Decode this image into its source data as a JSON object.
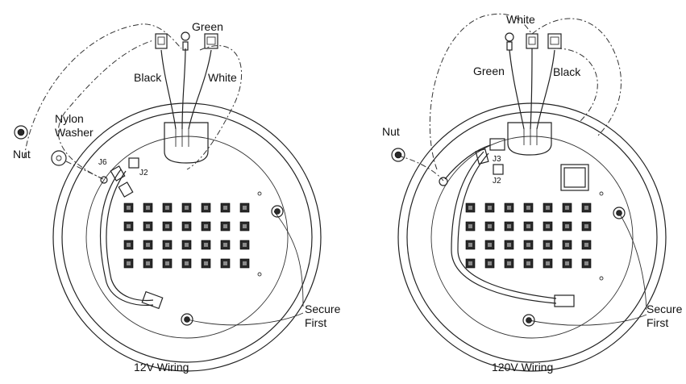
{
  "diagrams": {
    "left": {
      "caption": "12V Wiring",
      "labels": {
        "green": "Green",
        "black": "Black",
        "white": "White",
        "nut": "Nut",
        "nylon": "Nylon",
        "washer": "Washer",
        "j6": "J6",
        "j2": "J2",
        "secure": "Secure",
        "first": "First"
      }
    },
    "right": {
      "caption": "120V Wiring",
      "labels": {
        "white": "White",
        "green": "Green",
        "black": "Black",
        "nut": "Nut",
        "j3": "J3",
        "j2": "J2",
        "secure": "Secure",
        "first": "First"
      }
    }
  },
  "led_grid": {
    "rows": 4,
    "cols": 7
  }
}
